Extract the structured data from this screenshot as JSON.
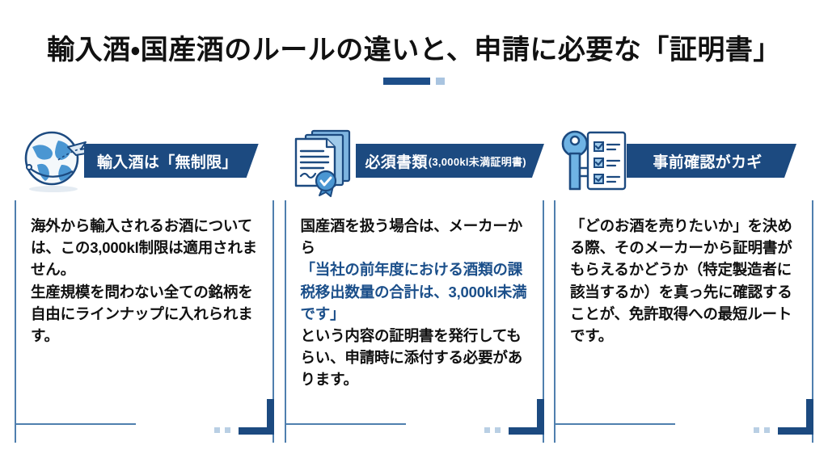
{
  "title": "輸入酒・国産酒のルールの違いと、申請に必要な「証明書」",
  "theme": {
    "navy": "#1c4a80",
    "steel_blue": "#4f7fae",
    "light_blue": "#a9c4e0",
    "highlight_text": "#1b4f8a",
    "background": "#ffffff",
    "body_text": "#111111"
  },
  "cards": [
    {
      "icon": "globe-airplane-icon",
      "banner_label": "輸入酒は「無制限」",
      "banner_sub": "",
      "paragraphs": [
        {
          "text": "海外から輸入されるお酒については、この3,000kl制限は適用されません。",
          "highlight": false
        },
        {
          "text": "生産規模を問わない全ての銘柄を自由にラインナップに入れられます。",
          "highlight": false
        }
      ]
    },
    {
      "icon": "certificate-documents-icon",
      "banner_label": "必須書類",
      "banner_sub": "(3,000kl未満証明書)",
      "paragraphs": [
        {
          "text": "国産酒を扱う場合は、メーカーから",
          "highlight": false
        },
        {
          "text": "「当社の前年度における酒類の課税移出数量の合計は、3,000kl未満です」",
          "highlight": true
        },
        {
          "text": "という内容の証明書を発行してもらい、申請時に添付する必要があります。",
          "highlight": false
        }
      ]
    },
    {
      "icon": "key-checklist-icon",
      "banner_label": "事前確認がカギ",
      "banner_sub": "",
      "paragraphs": [
        {
          "text": "「どのお酒を売りたいか」を決める際、そのメーカーから証明書がもらえるかどうか（特定製造者に該当するか）を真っ先に確認することが、免許取得への最短ルートです。",
          "highlight": false
        }
      ]
    }
  ]
}
